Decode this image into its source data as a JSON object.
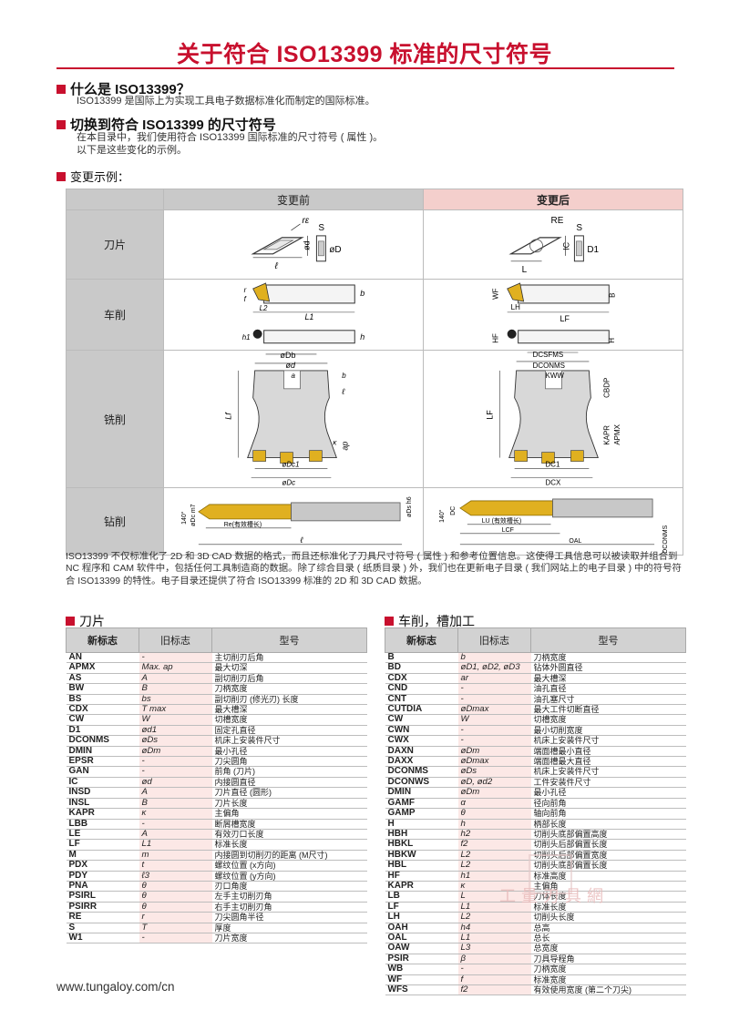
{
  "title": "关于符合 ISO13399 标准的尺寸符号",
  "sections": [
    {
      "heading": "什么是 ISO13399？",
      "text": [
        "ISO13399 是国际上为实现工具电子数据标准化而制定的国际标准。"
      ]
    },
    {
      "heading": "切换到符合 ISO13399 的尺寸符号",
      "text": [
        "在本目录中，我们使用符合 ISO13399 国际标准的尺寸符号 ( 属性 )。",
        "以下是这些变化的示例。"
      ]
    }
  ],
  "example_heading": "变更示例：",
  "compare": {
    "before_label": "变更前",
    "after_label": "变更后",
    "rows": [
      {
        "label": "刀片",
        "before": {
          "a": "rε",
          "b": "S",
          "c": "ød",
          "d": "øD",
          "e": "ℓ"
        },
        "after": {
          "a": "RE",
          "b": "S",
          "c": "IC",
          "d": "D1",
          "e": "L"
        }
      },
      {
        "label": "车削",
        "before": {
          "a": "r",
          "b": "f",
          "c": "b",
          "d": "L2",
          "e": "L1",
          "f": "h1",
          "g": "h"
        },
        "after": {
          "a": "WF",
          "b": "B",
          "c": "LH",
          "d": "LF",
          "e": "HF",
          "f": "H"
        }
      },
      {
        "label": "铣削",
        "before": {
          "a": "øDb",
          "b": "ød",
          "c": "a",
          "d": "b",
          "e": "ℓ",
          "f": "Lf",
          "g": "ap",
          "h": "κ",
          "i": "øDc1",
          "j": "øDc"
        },
        "after": {
          "a": "DCSFMS",
          "b": "DCONMS",
          "c": "KWW",
          "d": "CBDP",
          "e": "LF",
          "f": "KAPR",
          "g": "APMX",
          "h": "DC1",
          "i": "DCX"
        }
      },
      {
        "label": "钻削",
        "before": {
          "a": "140°",
          "b": "øDc m7",
          "c": "Re(有效槽长)",
          "d": "øDs h6",
          "e": "ℓ"
        },
        "after": {
          "a": "140°",
          "b": "DC",
          "c": "LU (有效槽长)",
          "d": "LCF",
          "e": "OAL",
          "f": "DCONMS"
        }
      }
    ]
  },
  "note": "ISO13399 不仅标准化了 2D 和 3D CAD 数据的格式，而且还标准化了刀具尺寸符号 ( 属性 ) 和参考位置信息。这使得工具信息可以被读取并组合到 NC 程序和 CAM 软件中，包括任何工具制造商的数据。除了综合目录 ( 纸质目录 ) 外，我们也在更新电子目录 ( 我们网站上的电子目录 ) 中的符号符合 ISO13399 的特性。电子目录还提供了符合 ISO13399 标准的 2D 和 3D CAD 数据。",
  "table_headers": {
    "new": "新标志",
    "old": "旧标志",
    "type": "型号"
  },
  "insert_table": {
    "title": "刀片",
    "rows": [
      [
        "AN",
        "-",
        "主切削刃后角"
      ],
      [
        "APMX",
        "Max. ap",
        "最大切深"
      ],
      [
        "AS",
        "A",
        "副切削刃后角"
      ],
      [
        "BW",
        "B",
        "刀柄宽度"
      ],
      [
        "BS",
        "bs",
        "副切削刃 (修光刃) 长度"
      ],
      [
        "CDX",
        "T max",
        "最大槽深"
      ],
      [
        "CW",
        "W",
        "切槽宽度"
      ],
      [
        "D1",
        "ød1",
        "固定孔直径"
      ],
      [
        "DCONMS",
        "øDs",
        "机床上安装件尺寸"
      ],
      [
        "DMIN",
        "øDm",
        "最小孔径"
      ],
      [
        "EPSR",
        "-",
        "刀尖圆角"
      ],
      [
        "GAN",
        "-",
        "前角 (刀片)"
      ],
      [
        "IC",
        "ød",
        "内接圆直径"
      ],
      [
        "INSD",
        "A",
        "刀片直径 (圆形)"
      ],
      [
        "INSL",
        "B",
        "刀片长度"
      ],
      [
        "KAPR",
        "κ",
        "主偏角"
      ],
      [
        "LBB",
        "-",
        "断屑槽宽度"
      ],
      [
        "LE",
        "A",
        "有效刃口长度"
      ],
      [
        "LF",
        "L1",
        "标准长度"
      ],
      [
        "M",
        "m",
        "内接圆到切削刃的距离 (M尺寸)"
      ],
      [
        "PDX",
        "t",
        "螺纹位置 (x方向)"
      ],
      [
        "PDY",
        "ℓ3",
        "螺纹位置 (y方向)"
      ],
      [
        "PNA",
        "θ",
        "刃口角度"
      ],
      [
        "PSIRL",
        "θ",
        "左手主切削刃角"
      ],
      [
        "PSIRR",
        "θ",
        "右手主切削刃角"
      ],
      [
        "RE",
        "r",
        "刀尖圆角半径"
      ],
      [
        "S",
        "T",
        "厚度"
      ],
      [
        "W1",
        "-",
        "刀片宽度"
      ]
    ]
  },
  "turning_table": {
    "title": "车削，槽加工",
    "rows": [
      [
        "B",
        "b",
        "刀柄宽度"
      ],
      [
        "BD",
        "øD1, øD2, øD3",
        "钻体外圆直径"
      ],
      [
        "CDX",
        "ar",
        "最大槽深"
      ],
      [
        "CND",
        "-",
        "油孔直径"
      ],
      [
        "CNT",
        "-",
        "油孔塞尺寸"
      ],
      [
        "CUTDIA",
        "øDmax",
        "最大工件切断直径"
      ],
      [
        "CW",
        "W",
        "切槽宽度"
      ],
      [
        "CWN",
        "-",
        "最小切削宽度"
      ],
      [
        "CWX",
        "-",
        "机床上安装件尺寸"
      ],
      [
        "DAXN",
        "øDm",
        "端面槽最小直径"
      ],
      [
        "DAXX",
        "øDmax",
        "端面槽最大直径"
      ],
      [
        "DCONMS",
        "øDs",
        "机床上安装件尺寸"
      ],
      [
        "DCONWS",
        "øD, ød2",
        "工件安装件尺寸"
      ],
      [
        "DMIN",
        "øDm",
        "最小孔径"
      ],
      [
        "GAMF",
        "α",
        "径向前角"
      ],
      [
        "GAMP",
        "θ",
        "轴向前角"
      ],
      [
        "H",
        "h",
        "柄部长度"
      ],
      [
        "HBH",
        "h2",
        "切削头底部偏置高度"
      ],
      [
        "HBKL",
        "f2",
        "切削头后部偏置长度"
      ],
      [
        "HBKW",
        "L2",
        "切削头后部偏置宽度"
      ],
      [
        "HBL",
        "L2",
        "切削头底部偏置长度"
      ],
      [
        "HF",
        "h1",
        "标准高度"
      ],
      [
        "KAPR",
        "κ",
        "主偏角"
      ],
      [
        "LB",
        "L",
        "刀体长度"
      ],
      [
        "LF",
        "L1",
        "标准长度"
      ],
      [
        "LH",
        "L2",
        "切削头长度"
      ],
      [
        "OAH",
        "h4",
        "总高"
      ],
      [
        "OAL",
        "L1",
        "总长"
      ],
      [
        "OAW",
        "L3",
        "总宽度"
      ],
      [
        "PSIR",
        "β",
        "刀具导程角"
      ],
      [
        "WB",
        "-",
        "刀柄宽度"
      ],
      [
        "WF",
        "f",
        "标准宽度"
      ],
      [
        "WFS",
        "f2",
        "有效使用宽度 (第二个刀尖)"
      ]
    ]
  },
  "footer": "www.tungaloy.com/cn",
  "watermark": "工量刃具網"
}
